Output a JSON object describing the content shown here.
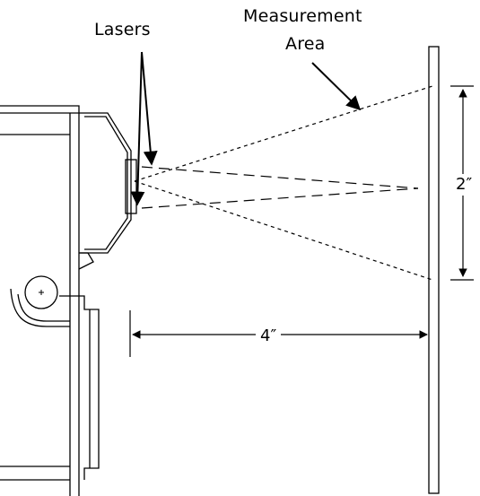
{
  "labels": {
    "lasers": "Lasers",
    "measurement_line1": "Measurement",
    "measurement_line2": "Area",
    "height_dimension": "2″",
    "distance_dimension": "4″"
  },
  "colors": {
    "stroke": "#000000",
    "background": "#ffffff"
  }
}
